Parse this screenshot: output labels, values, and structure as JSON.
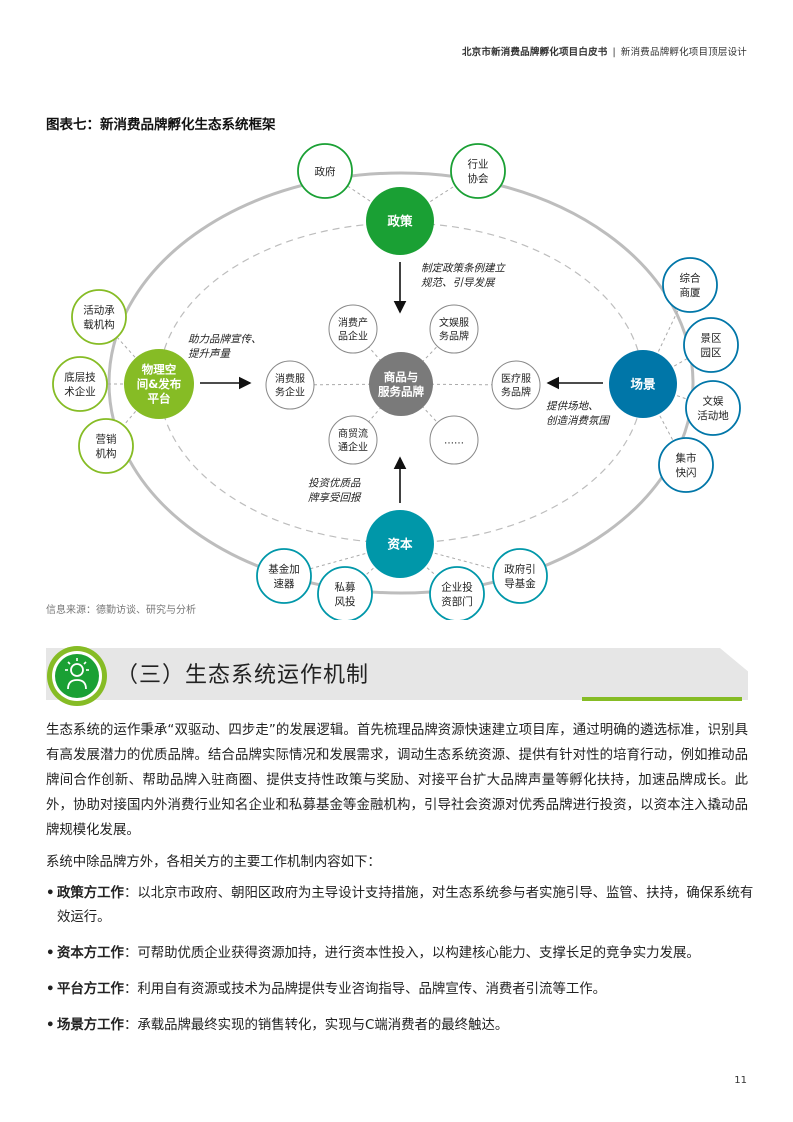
{
  "header": {
    "report_title": "北京市新消费品牌孵化项目白皮书",
    "separator": "|",
    "section": "新消费品牌孵化项目顶层设计"
  },
  "figure": {
    "title": "图表七：新消费品牌孵化生态系统框架",
    "center": [
      "商品与",
      "服务品牌"
    ],
    "policy": {
      "label": "政策",
      "stakeholders": [
        [
          "政府"
        ],
        [
          "行业",
          "协会"
        ]
      ],
      "arrow_text": [
        "制定政策条例建立",
        "规范、引导发展"
      ]
    },
    "capital": {
      "label": "资本",
      "stakeholders": [
        [
          "基金加",
          "速器"
        ],
        [
          "私募",
          "风投"
        ],
        [
          "企业投",
          "资部门"
        ],
        [
          "政府引",
          "导基金"
        ]
      ],
      "arrow_text": [
        "投资优质品",
        "牌享受回报"
      ]
    },
    "platform": {
      "label": [
        "物理空",
        "间&发布",
        "平台"
      ],
      "stakeholders": [
        [
          "活动承",
          "载机构"
        ],
        [
          "底层技",
          "术企业"
        ],
        [
          "营销",
          "机构"
        ]
      ],
      "arrow_text": [
        "助力品牌宣传、",
        "提升声量"
      ]
    },
    "scene": {
      "label": "场景",
      "stakeholders": [
        [
          "综合",
          "商厦"
        ],
        [
          "景区",
          "园区"
        ],
        [
          "文娱",
          "活动地"
        ],
        [
          "集市",
          "快闪"
        ]
      ],
      "arrow_text": [
        "提供场地、",
        "创造消费氛围"
      ]
    },
    "brands": [
      [
        "消费产",
        "品企业"
      ],
      [
        "文娱服",
        "务品牌"
      ],
      [
        "消费服",
        "务企业"
      ],
      [
        "医疗服",
        "务品牌"
      ],
      [
        "商贸流",
        "通企业"
      ],
      [
        "……"
      ]
    ],
    "colors": {
      "green": "#1aa034",
      "lime": "#86bc25",
      "blue": "#0076a8",
      "teal": "#0097a9",
      "gray": "#7a7a7a"
    }
  },
  "source": "信息来源：德勤访谈、研究与分析",
  "section": {
    "title": "（三）生态系统运作机制",
    "icon": "lightbulb-person-icon"
  },
  "body": {
    "paragraph": "生态系统的运作秉承“双驱动、四步走”的发展逻辑。首先梳理品牌资源快速建立项目库，通过明确的遴选标准，识别具有高发展潜力的优质品牌。结合品牌实际情况和发展需求，调动生态系统资源、提供有针对性的培育行动，例如推动品牌间合作创新、帮助品牌入驻商圈、提供支持性政策与奖励、对接平台扩大品牌声量等孵化扶持，加速品牌成长。此外，协助对接国内外消费行业知名企业和私募基金等金融机构，引导社会资源对优秀品牌进行投资，以资本注入撬动品牌规模化发展。",
    "intro": "系统中除品牌方外，各相关方的主要工作机制内容如下：",
    "bullets": [
      {
        "label": "政策方工作",
        "text": "：以北京市政府、朝阳区政府为主导设计支持措施，对生态系统参与者实施引导、监管、扶持，确保系统有效运行。"
      },
      {
        "label": "资本方工作",
        "text": "：可帮助优质企业获得资源加持，进行资本性投入，以构建核心能力、支撑长足的竞争实力发展。"
      },
      {
        "label": "平台方工作",
        "text": "：利用自有资源或技术为品牌提供专业咨询指导、品牌宣传、消费者引流等工作。"
      },
      {
        "label": "场景方工作",
        "text": "：承载品牌最终实现的销售转化，实现与C端消费者的最终触达。"
      }
    ]
  },
  "page_number": "11"
}
